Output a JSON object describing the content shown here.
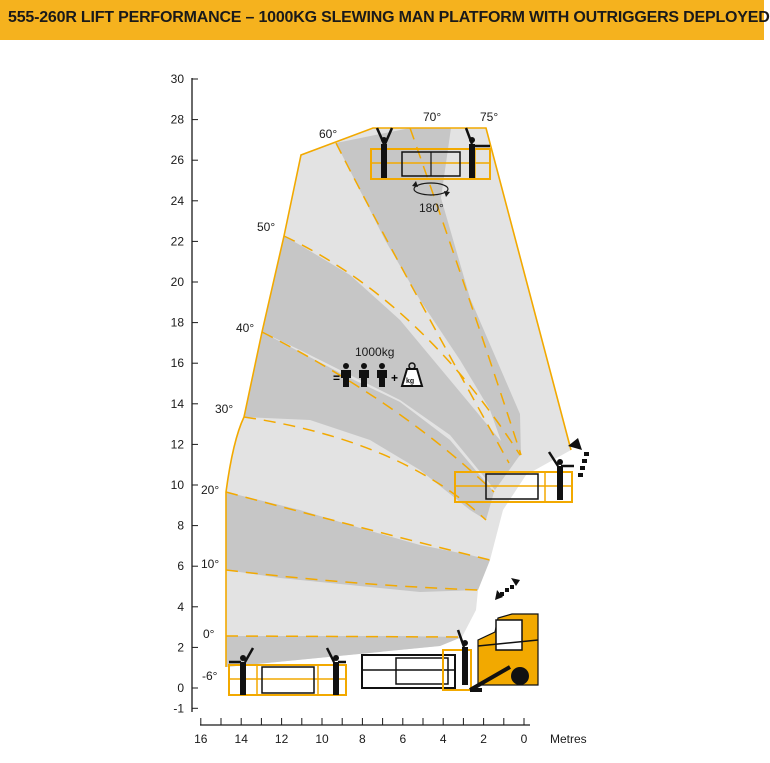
{
  "header": {
    "title": "555-260R LIFT PERFORMANCE – 1000KG SLEWING MAN PLATFORM WITH OUTRIGGERS DEPLOYED"
  },
  "chart_data": {
    "type": "diagram",
    "y_ticks": [
      "30",
      "28",
      "26",
      "24",
      "22",
      "20",
      "18",
      "16",
      "14",
      "12",
      "10",
      "8",
      "6",
      "4",
      "2",
      "0",
      "-1"
    ],
    "x_ticks": [
      "16",
      "14",
      "12",
      "10",
      "8",
      "6",
      "4",
      "2",
      "0"
    ],
    "x_unit_label": "Metres",
    "angle_labels": [
      "60°",
      "70°",
      "75°",
      "50°",
      "40°",
      "30°",
      "20°",
      "10°",
      "0°",
      "-6°"
    ],
    "slew_label": "180°",
    "load_label": "1000kg",
    "weight_icon_text": "kg"
  },
  "colors": {
    "accent": "#f5b21e",
    "envelope": "#f2a900",
    "band_dark": "#c6c6c6",
    "band_light": "#e3e3e3"
  }
}
